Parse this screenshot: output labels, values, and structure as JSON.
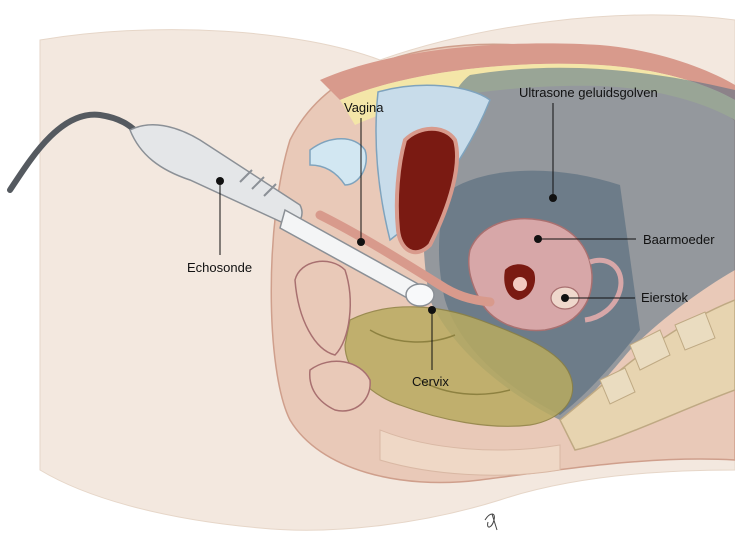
{
  "diagram": {
    "labels": {
      "vagina": "Vagina",
      "ultrasound_waves": "Ultrasone geluidsgolven",
      "uterus": "Baarmoeder",
      "ovary": "Eierstok",
      "probe": "Echosonde",
      "cervix": "Cervix"
    },
    "colors": {
      "skin": "#f3e8df",
      "tissue": "#e9c9b8",
      "muscle": "#d89a8c",
      "fat": "#f4e6a8",
      "bladder": "#c8dcea",
      "ultrasound": "#4f6f86",
      "uterus": "#d7a7a8",
      "rectum": "#b9ab60",
      "bone": "#e7d4b0",
      "probe": "#e4e6e8",
      "cable": "#555a60",
      "dark_red": "#7a1a12"
    }
  }
}
